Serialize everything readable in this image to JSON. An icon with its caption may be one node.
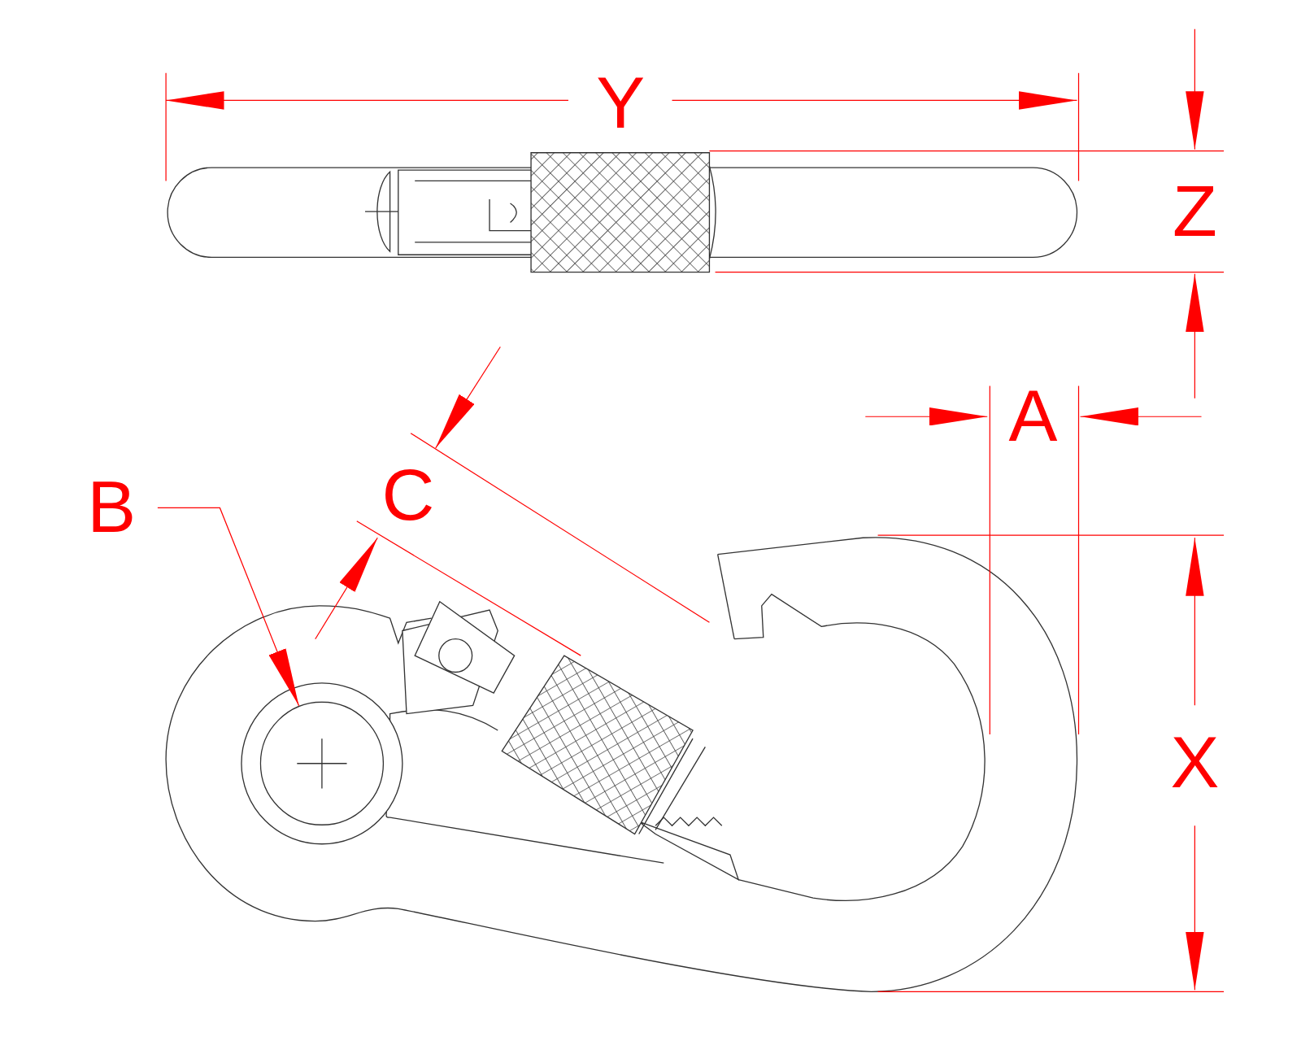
{
  "diagram": {
    "nodes": [
      {
        "text": [
          "B"
        ]
      },
      {
        "text": [],
        "shape": "circle"
      }
    ],
    "edges": [
      {
        "from": 0,
        "to": 1,
        "arrow": "to"
      }
    ],
    "labels": [
      "Y",
      "Z",
      "A",
      "C",
      "X"
    ]
  }
}
